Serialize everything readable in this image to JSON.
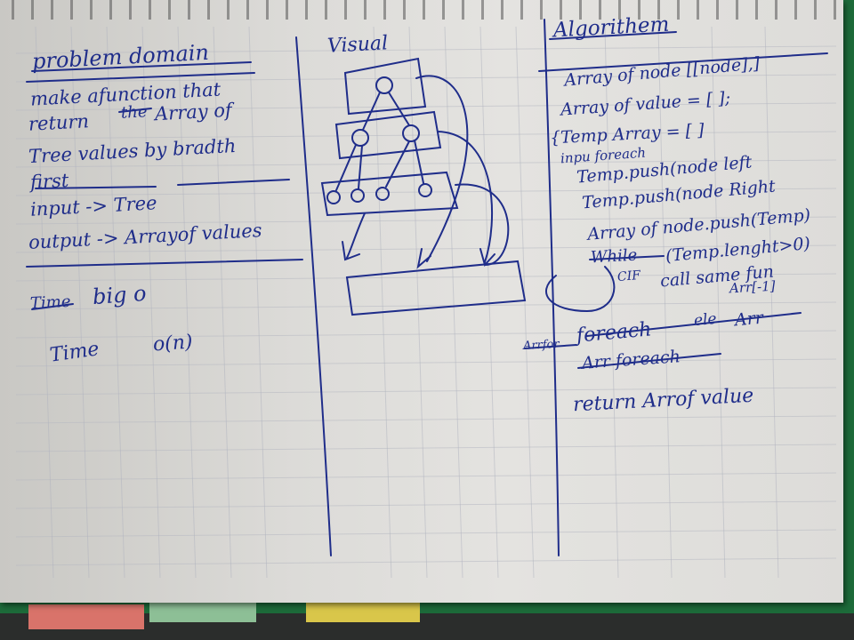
{
  "problem": {
    "heading": "problem domain",
    "line1": "make afunction that",
    "line2": "return",
    "struck_the": "the",
    "line2b": "Array of",
    "line3": "Tree values by bradth",
    "line4": "first",
    "input": "input -> Tree",
    "output": "output -> Arrayof values",
    "struck_time": "Time",
    "bigo": "big o",
    "time": "Time",
    "on": "o(n)"
  },
  "visual": {
    "heading": "Visual"
  },
  "algorithm": {
    "heading": "Algorithem",
    "l1": "Array of node [[node],]",
    "l2": "Array of value = [ ];",
    "l3": "{Temp Array = [ ]",
    "l4": "inpu foreach",
    "l5": "Temp.push(node left",
    "l6": "Temp.push(node Right",
    "l7": "Array of node.push(Temp)",
    "struck_while": "While",
    "l8": "(Temp.lenght>0)",
    "l8b": "CIF",
    "l9": "call same fun",
    "l10": "Arr[-1]",
    "struck_arrfor": "Arrfor",
    "l11": "foreach",
    "struck_ele": "ele",
    "l11b": "Arr",
    "struck_arrforeach": "Arr foreach",
    "l12": "return Arrof value"
  },
  "colors": {
    "ink": "#1f2d8a",
    "tab_red": "#d9736a",
    "tab_green": "#8dbf96",
    "tab_yellow": "#d9c64a",
    "cover": "#1d6b3a"
  }
}
